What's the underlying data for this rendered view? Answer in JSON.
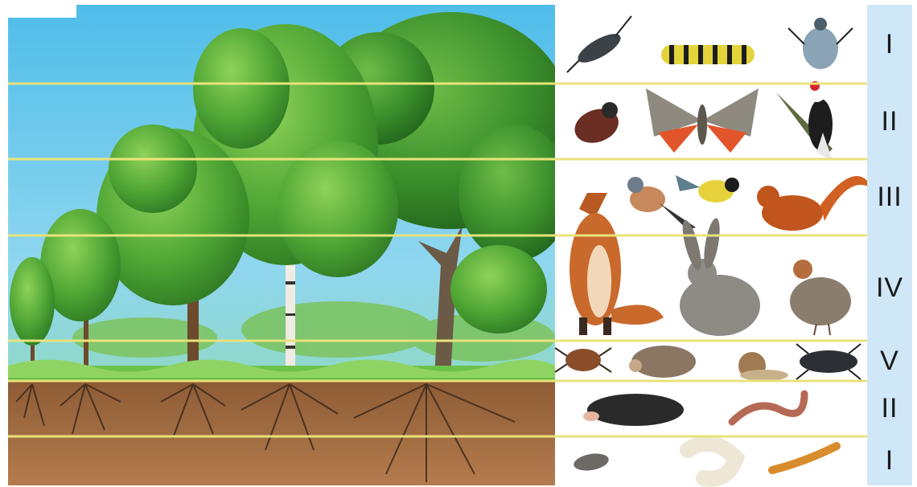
{
  "layers": [
    {
      "numeral": "I",
      "organisms": [
        "weevil-icon",
        "caterpillar-icon",
        "weevil-icon"
      ]
    },
    {
      "numeral": "II",
      "organisms": [
        "bark-beetle-icon",
        "moth-icon",
        "woodpecker-icon"
      ]
    },
    {
      "numeral": "III",
      "organisms": [
        "fox-icon",
        "chaffinch-icon",
        "tit-icon",
        "squirrel-icon"
      ]
    },
    {
      "numeral": "IV",
      "organisms": [
        "fox-icon",
        "hare-icon",
        "partridge-icon"
      ]
    },
    {
      "numeral": "V",
      "organisms": [
        "tick-icon",
        "hedgehog-icon",
        "snail-icon",
        "ground-beetle-icon"
      ]
    },
    {
      "numeral": "II",
      "organisms": [
        "mole-icon",
        "earthworm-icon"
      ]
    },
    {
      "numeral": "I",
      "organisms": [
        "woodlouse-icon",
        "grub-icon",
        "wireworm-icon"
      ]
    }
  ],
  "colors": {
    "sky_top": "#5cc1ea",
    "sky_bottom": "#a9e1f0",
    "grass": "#6cc24a",
    "soil_top": "#93623a",
    "soil_bottom": "#b0794d",
    "divider": "#e8e37a",
    "label_bg": "#cfe7f7"
  }
}
